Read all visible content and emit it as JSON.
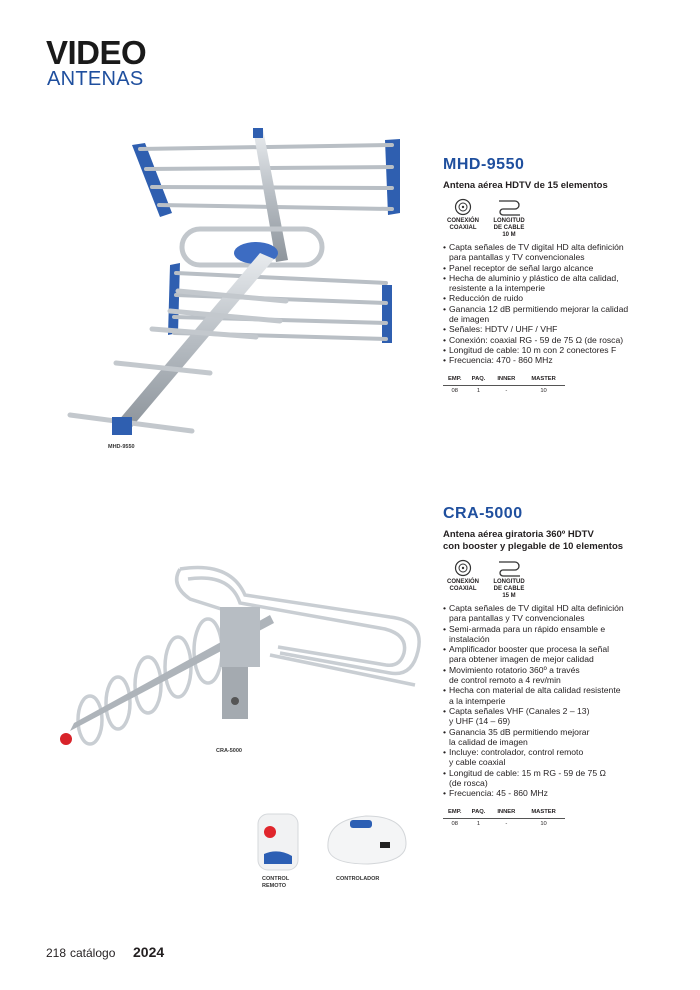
{
  "header": {
    "title": "VIDEO",
    "subtitle": "ANTENAS"
  },
  "icon_labels": {
    "coax_1": "CONEXIÓN",
    "coax_2": "COAXIAL",
    "cable_1": "LONGITUD",
    "cable_2": "DE CABLE"
  },
  "table_headers": [
    "EMP.",
    "PAQ.",
    "INNER",
    "MASTER"
  ],
  "products": [
    {
      "model": "MHD-9550",
      "subtitle_lines": [
        "Antena aérea HDTV de 15 elementos"
      ],
      "cable_length": "10 M",
      "features": [
        {
          "text": "Capta señales de TV digital HD alta definición",
          "bullet": true
        },
        {
          "text": "para pantallas y TV convencionales",
          "bullet": false
        },
        {
          "text": "Panel receptor de señal largo alcance",
          "bullet": true
        },
        {
          "text": "Hecha de aluminio y plástico de alta calidad,",
          "bullet": true
        },
        {
          "text": "resistente a la intemperie",
          "bullet": false
        },
        {
          "text": "Reducción de ruido",
          "bullet": true
        },
        {
          "text": "Ganancia 12 dB permitiendo mejorar la calidad",
          "bullet": true
        },
        {
          "text": "de imagen",
          "bullet": false
        },
        {
          "text": "Señales: HDTV / UHF / VHF",
          "bullet": true
        },
        {
          "text": "Conexión: coaxial RG - 59 de 75 Ω (de rosca)",
          "bullet": true
        },
        {
          "text": "Longitud de cable: 10 m con 2 conectores F",
          "bullet": true
        },
        {
          "text": "Frecuencia: 470 - 860 MHz",
          "bullet": true
        }
      ],
      "packaging": [
        "08",
        "1",
        "-",
        "10"
      ],
      "image_caption": "MHD-9550"
    },
    {
      "model": "CRA-5000",
      "subtitle_lines": [
        "Antena aérea giratoria 360º HDTV",
        "con booster y plegable de 10 elementos"
      ],
      "cable_length": "15 M",
      "features": [
        {
          "text": "Capta señales de TV digital HD alta definición",
          "bullet": true
        },
        {
          "text": "para pantallas y TV convencionales",
          "bullet": false
        },
        {
          "text": "Semi-armada para un rápido ensamble e",
          "bullet": true
        },
        {
          "text": "instalación",
          "bullet": false
        },
        {
          "text": "Amplificador booster que procesa la señal",
          "bullet": true
        },
        {
          "text": "para obtener imagen de mejor calidad",
          "bullet": false
        },
        {
          "text": "Movimiento rotatorio 360º a través",
          "bullet": true
        },
        {
          "text": "de control remoto a 4 rev/min",
          "bullet": false
        },
        {
          "text": "Hecha con material de alta calidad resistente",
          "bullet": true
        },
        {
          "text": "a la intemperie",
          "bullet": false
        },
        {
          "text": "Capta señales VHF (Canales 2 – 13)",
          "bullet": true
        },
        {
          "text": "y UHF (14 – 69)",
          "bullet": false
        },
        {
          "text": "Ganancia 35 dB permitiendo mejorar",
          "bullet": true
        },
        {
          "text": "la calidad de imagen",
          "bullet": false
        },
        {
          "text": "Incluye: controlador, control remoto",
          "bullet": true
        },
        {
          "text": "y cable coaxial",
          "bullet": false
        },
        {
          "text": "Longitud de cable: 15 m RG - 59 de 75 Ω",
          "bullet": true
        },
        {
          "text": "(de rosca)",
          "bullet": false
        },
        {
          "text": "Frecuencia: 45 - 860 MHz",
          "bullet": true
        }
      ],
      "packaging": [
        "08",
        "1",
        "-",
        "10"
      ],
      "image_caption": "CRA-5000",
      "accessory_captions": {
        "remote_1": "CONTROL",
        "remote_2": "REMOTO",
        "controller": "CONTROLADOR"
      }
    }
  ],
  "footer": {
    "page": "218",
    "catalog": "catálogo",
    "year": "2024"
  },
  "colors": {
    "brand_blue": "#1f4f9e",
    "text": "#231f20",
    "aluminum": "#c9ced3"
  }
}
